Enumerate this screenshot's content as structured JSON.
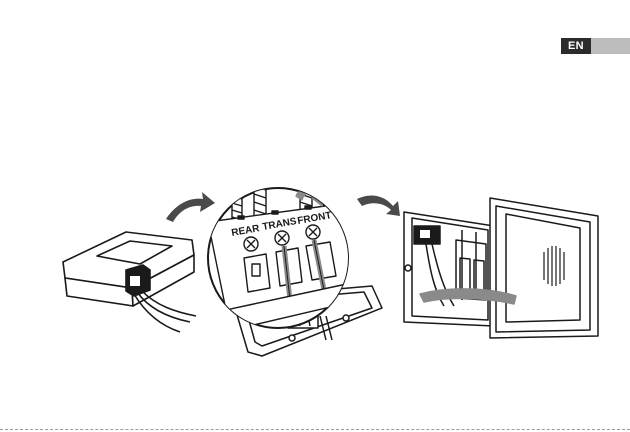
{
  "language_badge": "EN",
  "figure": {
    "terminal_labels": [
      "REAR",
      "TRANS",
      "FRONT"
    ],
    "icons": [
      "arrow-step-1-icon",
      "arrow-step-2-icon",
      "module-box-icon",
      "terminal-closeup-icon",
      "wall-mount-icon"
    ]
  },
  "colors": {
    "line": "#1a1a1a",
    "arrow": "#4a4a4a",
    "highlight": "#8a8a8a",
    "badge_dark": "#2b2b2b",
    "badge_light": "#bdbdbd"
  }
}
